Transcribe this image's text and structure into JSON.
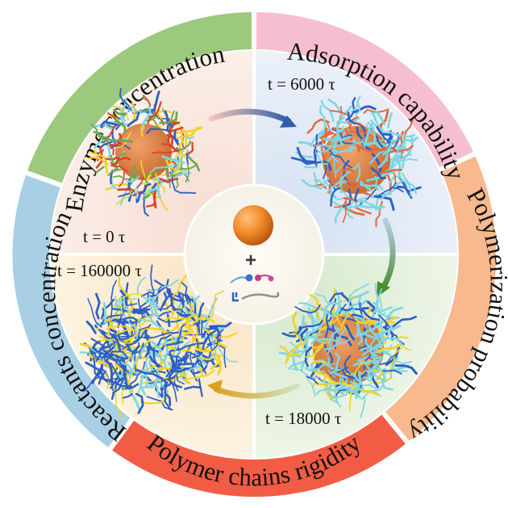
{
  "ring_labels": {
    "enzyme": "Enzyme concentration",
    "adsorption": "Adsorption capability",
    "polymerization": "Polymerization probability",
    "rigidity": "Polymer chains rigidity",
    "reactants": "Reactants concentration"
  },
  "time_labels": {
    "t0": "t = 0 τ",
    "t6000": "t = 6000 τ",
    "t18000": "t = 18000 τ",
    "t160000": "t = 160000 τ"
  },
  "center": {
    "plus": "+"
  },
  "colors": {
    "enzyme_band": "#9cc97e",
    "adsorption_band": "#f6bfd0",
    "polymerization_band": "#f7b98d",
    "rigidity_band": "#f25c45",
    "reactants_band": "#a8cfe4",
    "nanoparticle": "#e07a2c",
    "chain_yellow": "#f2d22b",
    "chain_cyan": "#7fd6e2",
    "chain_blue": "#2e5fc4"
  }
}
